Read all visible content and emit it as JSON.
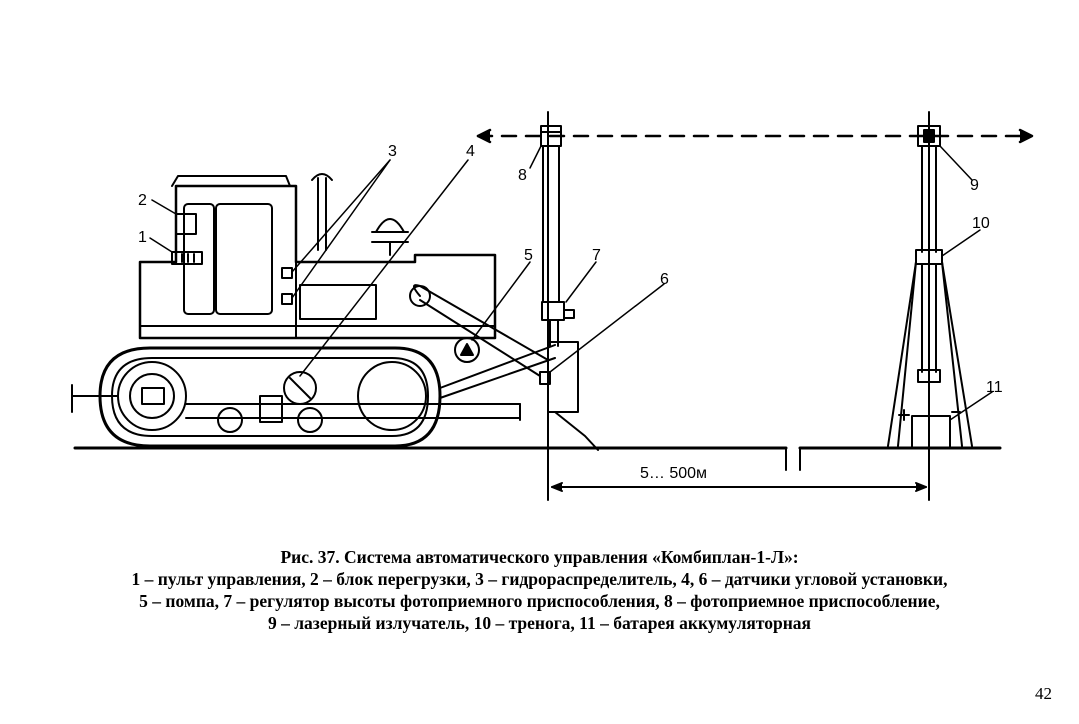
{
  "figure": {
    "callouts": [
      "1",
      "2",
      "3",
      "4",
      "5",
      "6",
      "7",
      "8",
      "9",
      "10",
      "11"
    ],
    "distance_label": "5… 500м"
  },
  "caption": {
    "title": "Рис. 37. Система автоматического управления «Комбиплан-1-Л»:",
    "line1": "1 – пульт управления, 2 – блок перегрузки, 3 – гидрораспределитель, 4, 6 – датчики угловой установки,",
    "line2": "5 – помпа, 7 – регулятор высоты фотоприемного приспособления, 8 – фотоприемное приспособление,",
    "line3": "9 – лазерный излучатель, 10 – тренога, 11 – батарея аккумуляторная"
  },
  "page_number": "42"
}
